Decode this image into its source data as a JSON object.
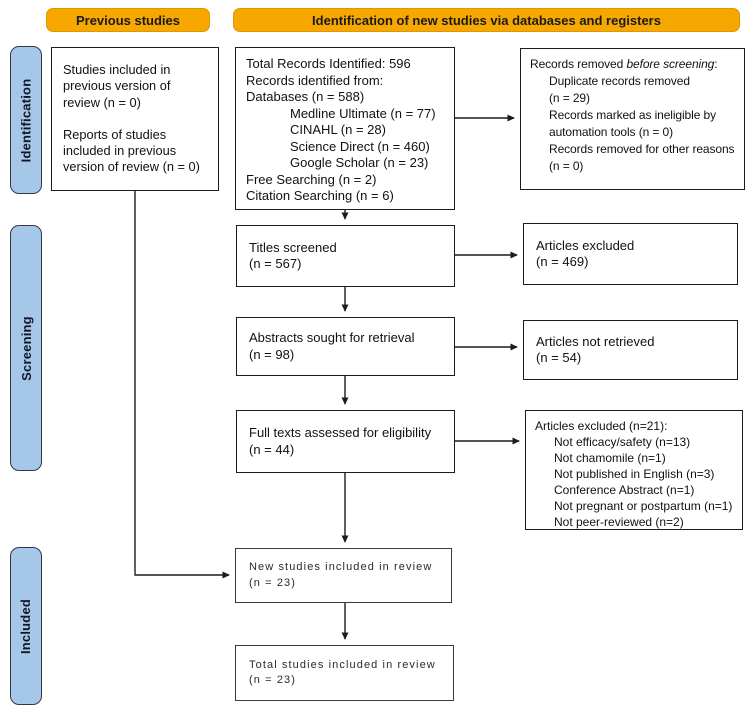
{
  "colors": {
    "header_bg": "#F6A800",
    "sidebar_bg": "#A5C8E9",
    "box_border": "#1c1c1c"
  },
  "headers": {
    "previous": "Previous studies",
    "identification": "Identification of new studies via databases and registers"
  },
  "sidebar": {
    "identification": "Identification",
    "screening": "Screening",
    "included": "Included"
  },
  "boxes": {
    "previous_studies": {
      "para1_lines": [
        "Studies included in",
        "previous version of",
        "review (n = 0)"
      ],
      "para2_lines": [
        "Reports of studies",
        "included in previous",
        "version of review (n = 0)"
      ]
    },
    "records_identified": {
      "lines": [
        "Total Records Identified: 596",
        "Records identified from:",
        "Databases (n = 588)",
        "Medline Ultimate (n = 77)",
        "CINAHL (n = 28)",
        "Science Direct (n = 460)",
        "Google Scholar (n = 23)",
        "Free Searching (n = 2)",
        "Citation Searching (n = 6)"
      ]
    },
    "records_removed": {
      "title_prefix": "Records removed ",
      "title_italic": "before screening",
      "title_suffix": ":",
      "items": [
        "Duplicate records removed",
        "(n = 29)",
        "Records marked as ineligible by",
        "automation tools (n = 0)",
        "Records removed for other reasons",
        "(n = 0)"
      ]
    },
    "titles_screened": {
      "line1": "Titles screened",
      "line2": "(n = 567)"
    },
    "articles_excluded_titles": {
      "line1": "Articles excluded",
      "line2": "(n = 469)"
    },
    "abstracts_sought": {
      "line1": "Abstracts sought for retrieval",
      "line2": "(n = 98)"
    },
    "articles_not_retrieved": {
      "line1": "Articles not retrieved",
      "line2": "(n = 54)"
    },
    "full_texts_assessed": {
      "line1": "Full texts assessed for eligibility",
      "line2": "(n = 44)"
    },
    "articles_excluded_full": {
      "title": "Articles excluded (n=21):",
      "items": [
        "Not efficacy/safety (n=13)",
        "Not chamomile (n=1)",
        "Not published in English (n=3)",
        "Conference Abstract (n=1)",
        "Not pregnant or postpartum  (n=1)",
        "Not peer-reviewed (n=2)"
      ]
    },
    "new_studies": {
      "line1": "New studies included in review",
      "line2": "(n = 23)"
    },
    "total_studies": {
      "line1": "Total studies included in review",
      "line2": "(n = 23)"
    }
  }
}
